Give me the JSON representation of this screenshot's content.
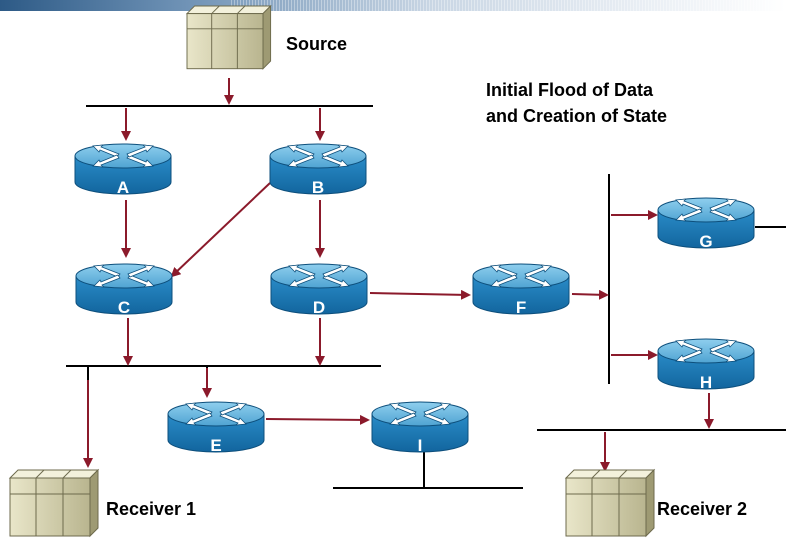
{
  "colors": {
    "link": "#8b1a2b",
    "wire": "#000000",
    "router_top": "#5aaed6",
    "router_side": "#1f7bb6"
  },
  "source": {
    "label": "Source"
  },
  "title": {
    "line1": "Initial Flood of Data",
    "line2": "and Creation of State"
  },
  "routers": {
    "A": "A",
    "B": "B",
    "C": "C",
    "D": "D",
    "E": "E",
    "F": "F",
    "G": "G",
    "H": "H",
    "I": "I"
  },
  "receivers": {
    "r1": "Receiver 1",
    "r2": "Receiver 2"
  }
}
